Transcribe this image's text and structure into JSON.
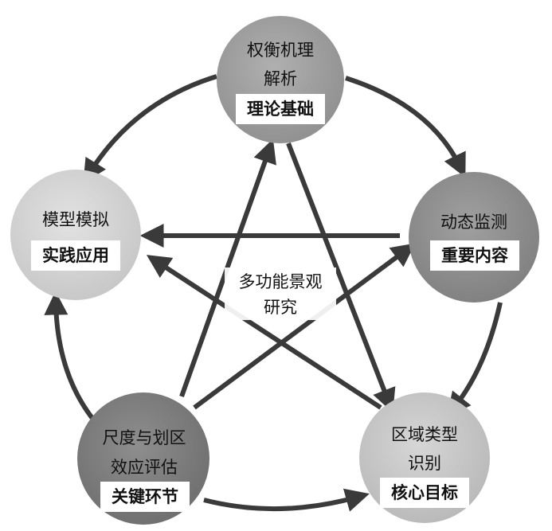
{
  "colors": {
    "node_light": "#cfcfcf",
    "node_mid": "#9a9a9a",
    "node_dark": "#7a7a7a",
    "arrow": "#3a3a3a",
    "tag_bg": "#ffffff"
  },
  "nodes": {
    "top": {
      "line1": "权衡机理",
      "line2": "解析",
      "tag": "理论基础"
    },
    "right": {
      "line1": "动态监测",
      "tag": "重要内容"
    },
    "bottom_right": {
      "line1": "区域类型",
      "line2": "识别",
      "tag": "核心目标"
    },
    "bottom_left": {
      "line1": "尺度与划区",
      "line2": "效应评估",
      "tag": "关键环节"
    },
    "left": {
      "line1": "模型模拟",
      "tag": "实践应用"
    }
  },
  "center": {
    "line1": "多功能景观",
    "line2": "研究"
  }
}
